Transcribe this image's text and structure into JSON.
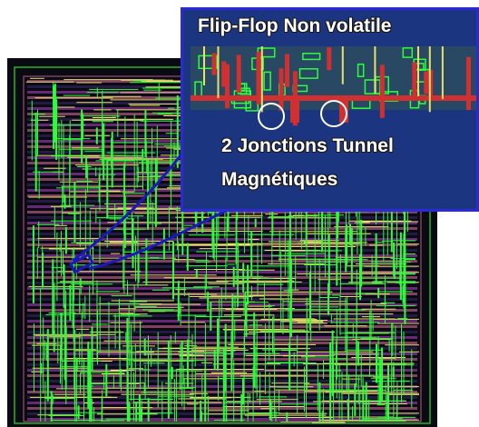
{
  "inset": {
    "title": "Flip-Flop Non volatile",
    "caption_line_1": "2 Jonctions Tunnel",
    "caption_line_2": "Magnétiques",
    "highlighted_elements": 2
  },
  "colors": {
    "background": "#0a0a12",
    "routing_green": "#2cff3a",
    "routing_yellow": "#e8e06a",
    "routing_purple": "#b040c8",
    "routing_pink": "#e070a0",
    "routing_red": "#d03030",
    "inset_border": "#2a2ad8",
    "callout_blue": "#1a1ab8",
    "text": "#ffffff"
  }
}
